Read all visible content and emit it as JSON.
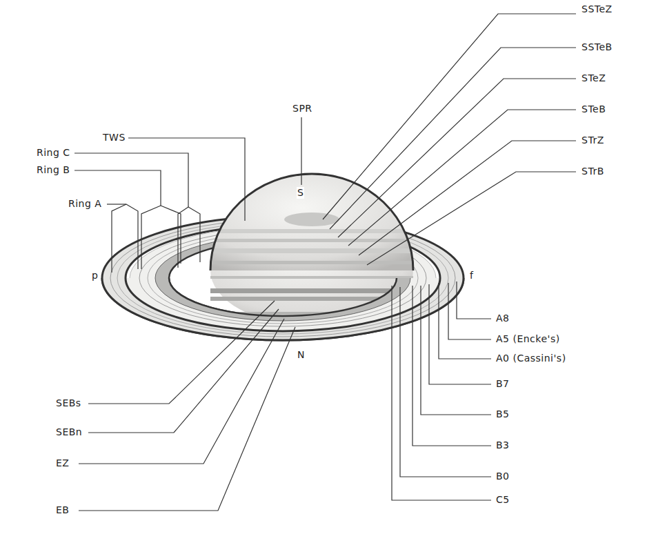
{
  "diagram": {
    "labels": [
      "SSTeZ",
      "SSTeB",
      "STeZ",
      "STeB",
      "STrZ",
      "STrB",
      "SPR",
      "TWS",
      "Ring C",
      "Ring B",
      "Ring A",
      "S",
      "p",
      "f",
      "A8",
      "A5 (Encke's)",
      "A0 (Cassini's)",
      "B7",
      "B5",
      "B3",
      "B0",
      "C5",
      "SEBs",
      "SEBn",
      "EZ",
      "EB",
      "N"
    ]
  }
}
